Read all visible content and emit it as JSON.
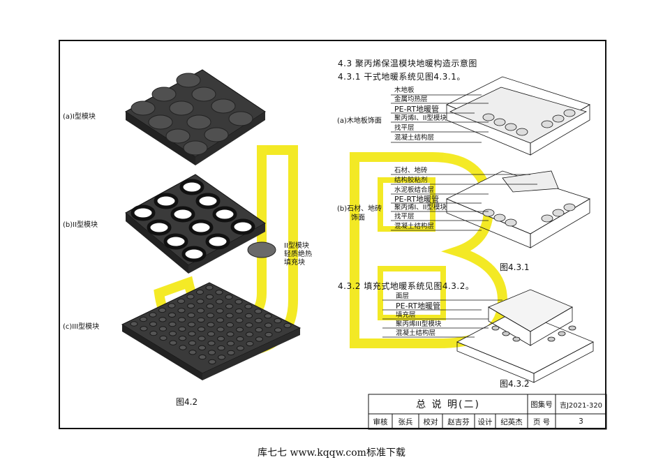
{
  "section": {
    "heading": "4.3  聚丙烯保温模块地暖构造示意图",
    "sub1": "4.3.1  干式地暖系统见图4.3.1。",
    "sub2": "4.3.2  填充式地暖系统见图4.3.2。"
  },
  "modules": {
    "a_label": "(a)I型模块",
    "b_label": "(b)II型模块",
    "c_label": "(c)III型模块",
    "fill_label_lines": [
      "II型模块",
      "轻质绝热",
      "填充块"
    ],
    "fig_label": "图4.2"
  },
  "dry_system": {
    "a_title": "(a)木地板饰面",
    "a_layers": [
      "木地板",
      "金属均热层",
      "PE-RT地暖管",
      "聚丙烯I、II型模块",
      "找平层",
      "混凝土结构层"
    ],
    "b_title_lines": [
      "(b)石材、地砖",
      "饰面"
    ],
    "b_layers": [
      "石材、地砖",
      "结构胶粘剂",
      "水泥板结合层",
      "PE-RT地暖管",
      "聚丙烯I、II型模块",
      "找平层",
      "混凝土结构层"
    ],
    "fig_label": "图4.3.1"
  },
  "fill_system": {
    "layers": [
      "面层",
      "PE-RT地暖管",
      "填充层",
      "聚丙烯III型模块",
      "混凝土结构层"
    ],
    "fig_label": "图4.3.2"
  },
  "title_block": {
    "title": "总 说 明(二)",
    "atlas_label": "图集号",
    "atlas_no": "吉J2021-320",
    "review_label": "审核",
    "reviewer": "张兵",
    "check_label": "校对",
    "checker": "赵吉芬",
    "design_label": "设计",
    "designer": "纪英杰",
    "page_label": "页  号",
    "page_no": "3"
  },
  "watermark_text": "JB",
  "footer_text": "库七七 www.kqqw.com标准下载",
  "colors": {
    "watermark": "#f2e600",
    "module": "#3a3a3a",
    "ink": "#111111"
  }
}
